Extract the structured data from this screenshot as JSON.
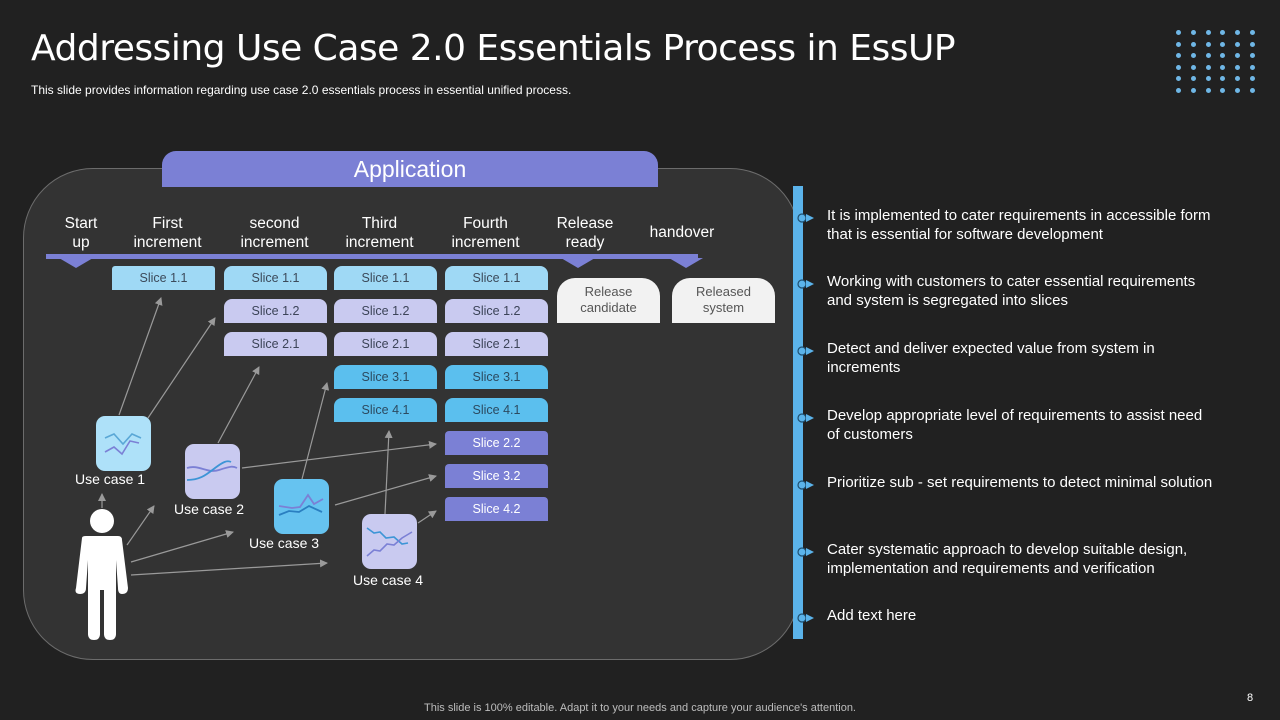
{
  "header": {
    "title": "Addressing Use Case 2.0 Essentials Process in EssUP",
    "subtitle": "This slide provides  information  regarding  use case 2.0 essentials process in essential unified  process."
  },
  "decor": {
    "dot_grid_icon": "dot-grid",
    "dot_color": "#6fb7e6"
  },
  "diagram": {
    "section_title": "Application",
    "phases": [
      {
        "line1": "Start",
        "line2": "up"
      },
      {
        "line1": "First",
        "line2": "increment"
      },
      {
        "line1": "second",
        "line2": "increment"
      },
      {
        "line1": "Third",
        "line2": "increment"
      },
      {
        "line1": "Fourth",
        "line2": "increment"
      },
      {
        "line1": "Release",
        "line2": "ready"
      },
      {
        "line1": "handover",
        "line2": ""
      }
    ],
    "columns": [
      {
        "phase": "First increment",
        "slices": [
          "Slice 1.1"
        ]
      },
      {
        "phase": "second increment",
        "slices": [
          "Slice 1.1",
          "Slice 1.2",
          "Slice 2.1"
        ]
      },
      {
        "phase": "Third increment",
        "slices": [
          "Slice 1.1",
          "Slice 1.2",
          "Slice 2.1",
          "Slice 3.1",
          "Slice 4.1"
        ]
      },
      {
        "phase": "Fourth increment",
        "slices": [
          "Slice 1.1",
          "Slice 1.2",
          "Slice 2.1",
          "Slice 3.1",
          "Slice 4.1",
          "Slice 2.2",
          "Slice 3.2",
          "Slice 4.2"
        ]
      }
    ],
    "release_boxes": [
      {
        "line1": "Release",
        "line2": "candidate"
      },
      {
        "line1": "Released",
        "line2": "system"
      }
    ],
    "use_cases": [
      {
        "label": "Use case 1",
        "icon": "line-chart-icon"
      },
      {
        "label": "Use case 2",
        "icon": "line-chart-icon"
      },
      {
        "label": "Use case 3",
        "icon": "line-chart-icon"
      },
      {
        "label": "Use case 4",
        "icon": "line-chart-icon"
      }
    ],
    "actor_icon": "person-icon",
    "colors": {
      "accent_purple": "#7b80d5",
      "slice_light_blue": "#9fd9f5",
      "slice_lavender": "#c9caf0",
      "slice_blue": "#5bbfee",
      "timeline_bar": "#5bb3ea"
    }
  },
  "bullets": [
    {
      "line1": "It is implemented to cater requirements in accessible form",
      "line2": "that is essential for software development"
    },
    {
      "line1": "Working with customers to cater essential requirements",
      "line2": "and system is segregated into slices"
    },
    {
      "line1": "Detect and deliver expected value from system in",
      "line2": "increments"
    },
    {
      "line1": "Develop appropriate level of requirements to assist need",
      "line2": "of customers"
    },
    {
      "line1": "Prioritize sub - set requirements to detect minimal solution",
      "line2": ""
    },
    {
      "line1": "Cater systematic approach to develop suitable design,",
      "line2": "implementation and requirements and verification"
    },
    {
      "line1": "Add text here",
      "line2": ""
    }
  ],
  "footer": {
    "note": "This slide is 100% editable. Adapt it to your needs and capture your audience's attention.",
    "page_number": "8"
  }
}
